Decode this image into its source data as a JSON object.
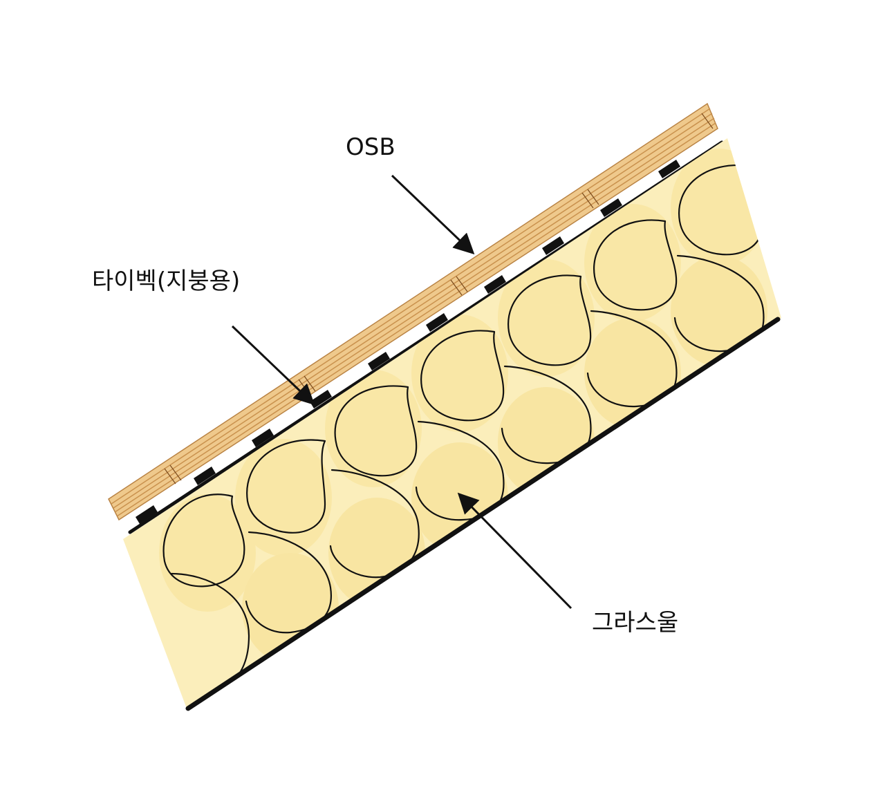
{
  "labels": {
    "osb": "OSB",
    "tyvek": "타이벡(지붕용)",
    "glass_wool": "그라스울"
  },
  "colors": {
    "insulation_fill": "#fbeebb",
    "insulation_blob": "#f9e7a6",
    "osb_fill": "#efc98c",
    "osb_line": "#c9914d",
    "line": "#111111"
  }
}
